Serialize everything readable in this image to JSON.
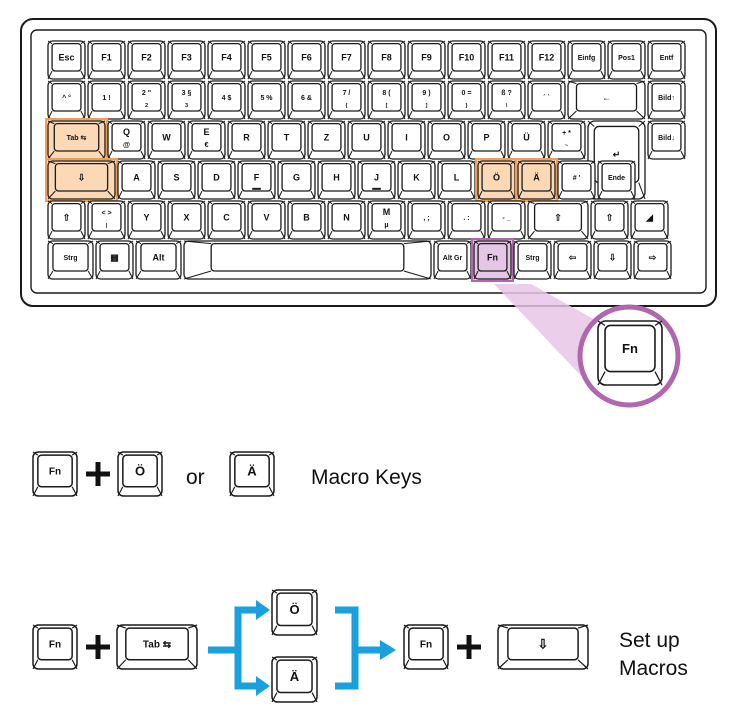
{
  "colors": {
    "outline": "#1a1a1a",
    "highlight_orange": "#f0a050",
    "highlight_orange_fill": "#fbd9b6",
    "highlight_purple": "#b067b0",
    "highlight_purple_fill": "#e6c6e6",
    "arrow_blue": "#1aa0dd"
  },
  "keyboard": {
    "rows": [
      [
        {
          "id": "esc",
          "t": "Esc"
        },
        {
          "id": "f1",
          "t": "F1"
        },
        {
          "id": "f2",
          "t": "F2"
        },
        {
          "id": "f3",
          "t": "F3"
        },
        {
          "id": "f4",
          "t": "F4"
        },
        {
          "id": "f5",
          "t": "F5"
        },
        {
          "id": "f6",
          "t": "F6"
        },
        {
          "id": "f7",
          "t": "F7"
        },
        {
          "id": "f8",
          "t": "F8"
        },
        {
          "id": "f9",
          "t": "F9"
        },
        {
          "id": "f10",
          "t": "F10"
        },
        {
          "id": "f11",
          "t": "F11"
        },
        {
          "id": "f12",
          "t": "F12"
        },
        {
          "id": "einfg",
          "t": "Einfg"
        },
        {
          "id": "pos1",
          "t": "Pos1"
        },
        {
          "id": "entf",
          "t": "Entf"
        }
      ],
      [
        {
          "id": "circumflex",
          "t": "^  °"
        },
        {
          "id": "1",
          "t": "1  !"
        },
        {
          "id": "2",
          "t": "2  \"",
          "b": "2"
        },
        {
          "id": "3",
          "t": "3  §",
          "b": "3"
        },
        {
          "id": "4",
          "t": "4  $"
        },
        {
          "id": "5",
          "t": "5  %"
        },
        {
          "id": "6",
          "t": "6  &"
        },
        {
          "id": "7",
          "t": "7  /",
          "b": "{"
        },
        {
          "id": "8",
          "t": "8  (",
          "b": "["
        },
        {
          "id": "9",
          "t": "9  )",
          "b": "]"
        },
        {
          "id": "0",
          "t": "0  =",
          "b": "}"
        },
        {
          "id": "sz",
          "t": "ß  ?",
          "b": "\\"
        },
        {
          "id": "accent",
          "t": "´  `"
        },
        {
          "id": "backspace",
          "t": "←"
        },
        {
          "id": "bild-up",
          "t": "Bild↑"
        }
      ],
      [
        {
          "id": "tab",
          "t": "Tab ⇆"
        },
        {
          "id": "q",
          "t": "Q",
          "b": "@"
        },
        {
          "id": "w",
          "t": "W"
        },
        {
          "id": "e",
          "t": "E",
          "b": "€"
        },
        {
          "id": "r",
          "t": "R"
        },
        {
          "id": "t",
          "t": "T"
        },
        {
          "id": "z",
          "t": "Z"
        },
        {
          "id": "u",
          "t": "U"
        },
        {
          "id": "i",
          "t": "I"
        },
        {
          "id": "o",
          "t": "O"
        },
        {
          "id": "p",
          "t": "P"
        },
        {
          "id": "ue",
          "t": "Ü"
        },
        {
          "id": "plus",
          "t": "+  *",
          "b": "~"
        },
        {
          "id": "enter",
          "t": "↵"
        },
        {
          "id": "bild-down",
          "t": "Bild↓"
        }
      ],
      [
        {
          "id": "capslock",
          "t": "⇩"
        },
        {
          "id": "a",
          "t": "A"
        },
        {
          "id": "s",
          "t": "S"
        },
        {
          "id": "d",
          "t": "D"
        },
        {
          "id": "f",
          "t": "F"
        },
        {
          "id": "g",
          "t": "G"
        },
        {
          "id": "h",
          "t": "H"
        },
        {
          "id": "j",
          "t": "J"
        },
        {
          "id": "k",
          "t": "K"
        },
        {
          "id": "l",
          "t": "L"
        },
        {
          "id": "oe",
          "t": "Ö"
        },
        {
          "id": "ae",
          "t": "Ä"
        },
        {
          "id": "hash",
          "t": "#  '"
        },
        {
          "id": "ende",
          "t": "Ende"
        }
      ],
      [
        {
          "id": "lshift",
          "t": "⇧"
        },
        {
          "id": "angle",
          "t": "<  >",
          "b": "|"
        },
        {
          "id": "y",
          "t": "Y"
        },
        {
          "id": "x",
          "t": "X"
        },
        {
          "id": "c",
          "t": "C"
        },
        {
          "id": "v",
          "t": "V"
        },
        {
          "id": "b",
          "t": "B"
        },
        {
          "id": "n",
          "t": "N"
        },
        {
          "id": "m",
          "t": "M",
          "b": "µ"
        },
        {
          "id": "comma",
          "t": ",  ;"
        },
        {
          "id": "period",
          "t": ".  :"
        },
        {
          "id": "minus",
          "t": "-  _"
        },
        {
          "id": "rshift",
          "t": "⇧"
        },
        {
          "id": "up",
          "t": "⇧"
        },
        {
          "id": "logo",
          "t": "◢"
        }
      ],
      [
        {
          "id": "lstrg",
          "t": "Strg"
        },
        {
          "id": "win",
          "t": "▦"
        },
        {
          "id": "alt",
          "t": "Alt"
        },
        {
          "id": "space",
          "t": ""
        },
        {
          "id": "altgr",
          "t": "Alt Gr"
        },
        {
          "id": "fn",
          "t": "Fn"
        },
        {
          "id": "rstrg",
          "t": "Strg"
        },
        {
          "id": "left",
          "t": "⇦"
        },
        {
          "id": "down",
          "t": "⇩"
        },
        {
          "id": "right",
          "t": "⇨"
        }
      ]
    ],
    "highlighted_orange": [
      "tab",
      "capslock",
      "oe",
      "ae"
    ],
    "highlighted_purple": [
      "fn"
    ]
  },
  "zoom_key": "Fn",
  "macro_keys": {
    "key1": "Fn",
    "key2": "Ö",
    "or_word": "or",
    "key3": "Ä",
    "caption": "Macro Keys"
  },
  "setup": {
    "key_fn": "Fn",
    "key_tab": "Tab ⇆",
    "key_oe": "Ö",
    "key_ae": "Ä",
    "key_fn2": "Fn",
    "key_caps": "⇩",
    "caption_line1": "Set up",
    "caption_line2": "Macros"
  }
}
